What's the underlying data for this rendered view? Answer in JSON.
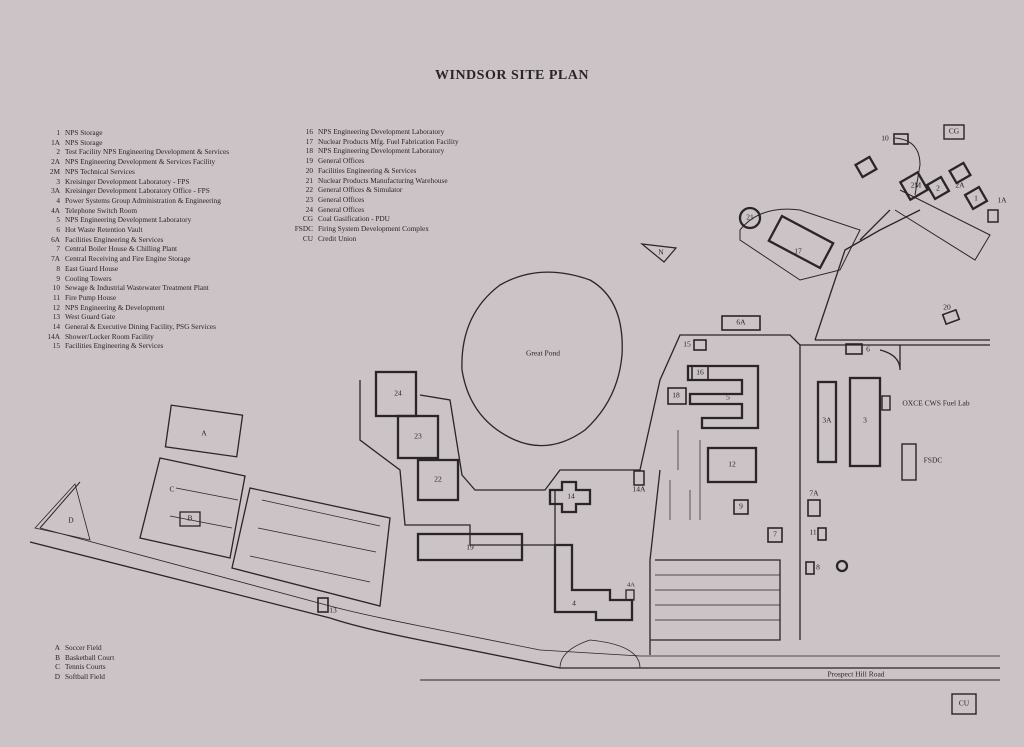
{
  "title": "WINDSOR SITE PLAN",
  "legend_left": [
    {
      "key": "1",
      "label": "NPS Storage"
    },
    {
      "key": "1A",
      "label": "NPS Storage"
    },
    {
      "key": "2",
      "label": "Test Facility NPS Engineering Development & Services"
    },
    {
      "key": "2A",
      "label": "NPS Engineering Development & Services Facility"
    },
    {
      "key": "2M",
      "label": "NPS Technical Services"
    },
    {
      "key": "3",
      "label": "Kreisinger Development Laboratory - FPS"
    },
    {
      "key": "3A",
      "label": "Kreisinger Development Laboratory Office - FPS"
    },
    {
      "key": "4",
      "label": "Power Systems Group Administration & Engineering"
    },
    {
      "key": "4A",
      "label": "Telephone Switch Room"
    },
    {
      "key": "5",
      "label": "NPS Engineering Development Laboratory"
    },
    {
      "key": "6",
      "label": "Hot Waste Retention Vault"
    },
    {
      "key": "6A",
      "label": "Facilities Engineering & Services"
    },
    {
      "key": "7",
      "label": "Central Boiler House & Chilling Plant"
    },
    {
      "key": "7A",
      "label": "Central Receiving and Fire Engine Storage"
    },
    {
      "key": "8",
      "label": "East Guard House"
    },
    {
      "key": "9",
      "label": "Cooling Towers"
    },
    {
      "key": "10",
      "label": "Sewage & Industrial Wastewater Treatment Plant"
    },
    {
      "key": "11",
      "label": "Fire Pump House"
    },
    {
      "key": "12",
      "label": "NPS Engineering & Development"
    },
    {
      "key": "13",
      "label": "West Guard Gate"
    },
    {
      "key": "14",
      "label": "General & Executive Dining Facility, PSG Services"
    },
    {
      "key": "14A",
      "label": "Shower/Locker Room Facility"
    },
    {
      "key": "15",
      "label": "Facilities Engineering & Services"
    }
  ],
  "legend_mid": [
    {
      "key": "16",
      "label": "NPS Engineering Development Laboratory"
    },
    {
      "key": "17",
      "label": "Nuclear Products Mfg. Fuel Fabrication Facility"
    },
    {
      "key": "18",
      "label": "NPS Engineering Development Laboratory"
    },
    {
      "key": "19",
      "label": "General Offices"
    },
    {
      "key": "20",
      "label": "Facilities Engineering & Services"
    },
    {
      "key": "21",
      "label": "Nuclear Products Manufacturing Warehouse"
    },
    {
      "key": "22",
      "label": "General Offices & Simulator"
    },
    {
      "key": "23",
      "label": "General Offices"
    },
    {
      "key": "24",
      "label": "General Offices"
    },
    {
      "key": "CG",
      "label": "Coal Gasification - PDU"
    },
    {
      "key": "FSDC",
      "label": "Firing System Development Complex"
    },
    {
      "key": "CU",
      "label": "Credit Union"
    }
  ],
  "legend_bottom": [
    {
      "key": "A",
      "label": "Soccer Field"
    },
    {
      "key": "B",
      "label": "Basketball Court"
    },
    {
      "key": "C",
      "label": "Tennis Courts"
    },
    {
      "key": "D",
      "label": "Softball Field"
    }
  ],
  "map": {
    "great_pond": "Great Pond",
    "north_arrow": "N",
    "fuel_lab": "OXCE CWS Fuel Lab",
    "fsdc": "FSDC",
    "road": "Prospect Hill Road",
    "buildings": {
      "b1": "1",
      "b1a": "1A",
      "b2": "2",
      "b2a": "2A",
      "b2m": "2M",
      "b3": "3",
      "b3a": "3A",
      "b4": "4",
      "b4a": "4A",
      "b5": "5",
      "b6": "6",
      "b6a": "6A",
      "b7": "7",
      "b7a": "7A",
      "b8": "8",
      "b9": "9",
      "b10": "10",
      "b11": "11",
      "b12": "12",
      "b13": "13",
      "b14": "14",
      "b14a": "14A",
      "b15": "15",
      "b16": "16",
      "b17": "17",
      "b18": "18",
      "b19": "19",
      "b20": "20",
      "b21": "21",
      "b22": "22",
      "b23": "23",
      "b24": "24",
      "cg": "CG",
      "cu": "CU",
      "fa": "A",
      "fb": "B",
      "fc": "C",
      "fd": "D"
    }
  },
  "colors": {
    "paper": "#cbc3c5",
    "ink": "#2a2527"
  }
}
